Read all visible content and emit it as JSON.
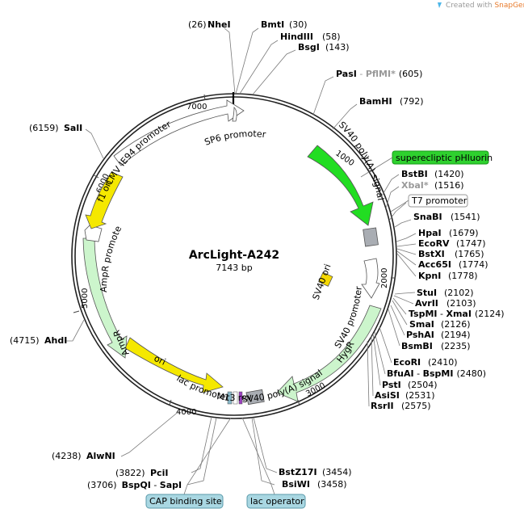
{
  "watermark": {
    "prefix": "Created with ",
    "brand": "SnapGene",
    "suffix": "®"
  },
  "plasmid": {
    "name": "ArcLight-A242",
    "size": "7143 bp"
  },
  "ticks": [
    "1000",
    "2000",
    "3000",
    "4000",
    "5000",
    "6000",
    "7000"
  ],
  "features": [
    {
      "label": "superecliptic pHluorin",
      "color": "#22cc22"
    },
    {
      "label": "SV40 poly(A) signal"
    },
    {
      "label": "SV40 ori"
    },
    {
      "label": "SV40 promoter"
    },
    {
      "label": "HygR"
    },
    {
      "label": "SV40 poly(A) signal"
    },
    {
      "label": "M13 rev"
    },
    {
      "label": "lac promoter"
    },
    {
      "label": "ori"
    },
    {
      "label": "AmpR"
    },
    {
      "label": "AmpR promoter"
    },
    {
      "label": "f1 ori"
    },
    {
      "label": "CMV IE94 promoter"
    },
    {
      "label": "SP6 promoter"
    }
  ],
  "sites": [
    {
      "name": "NheI",
      "pos": "(26)"
    },
    {
      "name": "BmtI",
      "pos": "(30)"
    },
    {
      "name": "HindIII",
      "pos": "(58)"
    },
    {
      "name": "BsgI",
      "pos": "(143)"
    },
    {
      "name": "PasI",
      "extra": "PflMI*",
      "pos": "(605)"
    },
    {
      "name": "BamHI",
      "pos": "(792)"
    },
    {
      "name": "BstBI",
      "pos": "(1420)"
    },
    {
      "name": "XbaI*",
      "pos": "(1516)"
    },
    {
      "name": "SnaBI",
      "pos": "(1541)"
    },
    {
      "name": "HpaI",
      "pos": "(1679)"
    },
    {
      "name": "EcoRV",
      "pos": "(1747)"
    },
    {
      "name": "BstXI",
      "pos": "(1765)"
    },
    {
      "name": "Acc65I",
      "pos": "(1774)"
    },
    {
      "name": "KpnI",
      "pos": "(1778)"
    },
    {
      "name": "StuI",
      "pos": "(2102)"
    },
    {
      "name": "AvrII",
      "pos": "(2103)"
    },
    {
      "name": "TspMI",
      "extra": "XmaI",
      "pos": "(2124)"
    },
    {
      "name": "SmaI",
      "pos": "(2126)"
    },
    {
      "name": "PshAI",
      "pos": "(2194)"
    },
    {
      "name": "BsmBI",
      "pos": "(2235)"
    },
    {
      "name": "EcoRI",
      "pos": "(2410)"
    },
    {
      "name": "BfuAI",
      "extra": "BspMI",
      "pos": "(2480)"
    },
    {
      "name": "PstI",
      "pos": "(2504)"
    },
    {
      "name": "AsiSI",
      "pos": "(2531)"
    },
    {
      "name": "RsrII",
      "pos": "(2575)"
    },
    {
      "name": "BstZ17I",
      "pos": "(3454)"
    },
    {
      "name": "BsiWI",
      "pos": "(3458)"
    },
    {
      "name": "PciI",
      "pos": "(3822)"
    },
    {
      "name": "BspQI",
      "extra": "SapI",
      "pos": "(3706)"
    },
    {
      "name": "AlwNI",
      "pos": "(4238)"
    },
    {
      "name": "AhdI",
      "pos": "(4715)"
    },
    {
      "name": "SalI",
      "pos": "(6159)"
    }
  ],
  "boxed": [
    {
      "label": "T7 promoter"
    },
    {
      "label": "CAP binding site"
    },
    {
      "label": "lac operator"
    }
  ]
}
